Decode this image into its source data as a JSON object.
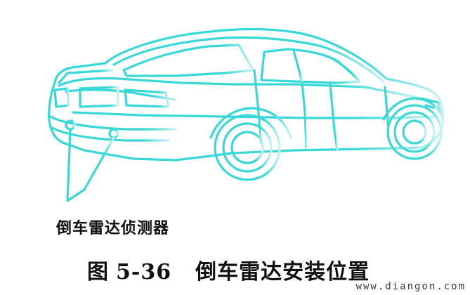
{
  "figure": {
    "callout_label": "倒车雷达侦测器",
    "caption_prefix": "图",
    "caption_number": "5-36",
    "caption_title": "倒车雷达安装位置",
    "watermark": "www.diangon.com",
    "line_color": "#38d8d8",
    "icon": "car-outline-icon"
  }
}
